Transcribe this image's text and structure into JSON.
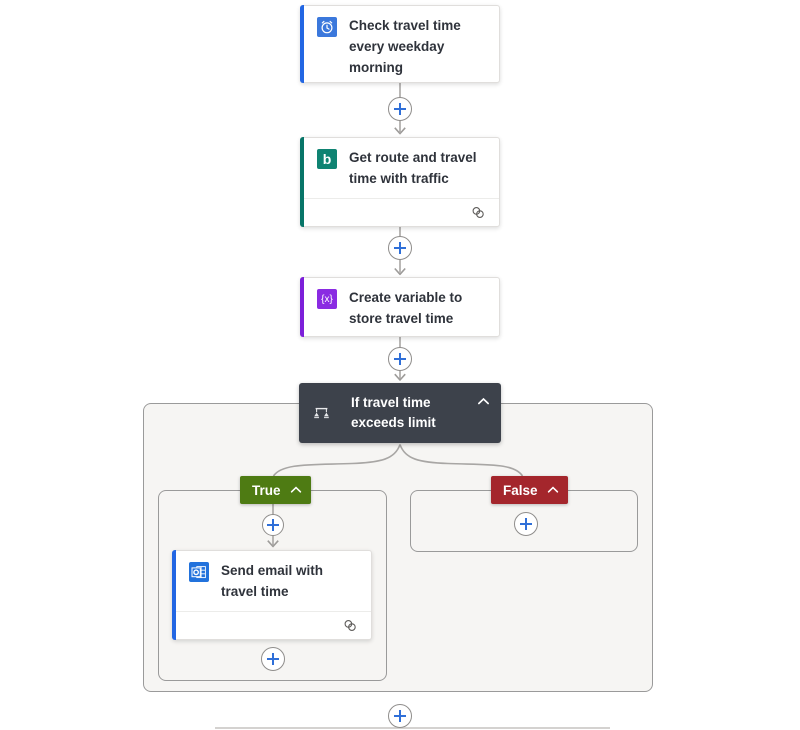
{
  "nodes": {
    "trigger": {
      "title": "Check travel time every weekday morning",
      "icon": "alarm-clock-icon"
    },
    "get_route": {
      "title": "Get route and travel time with traffic",
      "icon": "bing-maps-icon"
    },
    "create_variable": {
      "title": "Create variable to store travel time",
      "icon": "variable-icon"
    },
    "condition": {
      "title": "If travel time exceeds limit",
      "icon": "condition-icon"
    },
    "send_email": {
      "title": "Send email with travel time",
      "icon": "outlook-icon"
    }
  },
  "branches": {
    "true_label": "True",
    "false_label": "False"
  },
  "glyphs": {
    "bing": "b",
    "variable": "{x}"
  },
  "colors": {
    "trigger_accent": "#2266E3",
    "trigger_icon_bg": "#3B78DC",
    "route_accent": "#077568",
    "route_icon_bg": "#0F8372",
    "variable_accent": "#7C1FD9",
    "variable_icon_bg": "#8A2BE2",
    "email_accent": "#2266E3",
    "email_icon_bg": "#2272DC",
    "condition_bg": "#3D424B",
    "true_badge_bg": "#4E7B13",
    "false_badge_bg": "#A4262C",
    "plus_blue": "#2F6FD8",
    "connector_gray": "#A8A6A4",
    "scope_bg": "#F6F5F3",
    "scope_border": "#9A9A9A"
  }
}
